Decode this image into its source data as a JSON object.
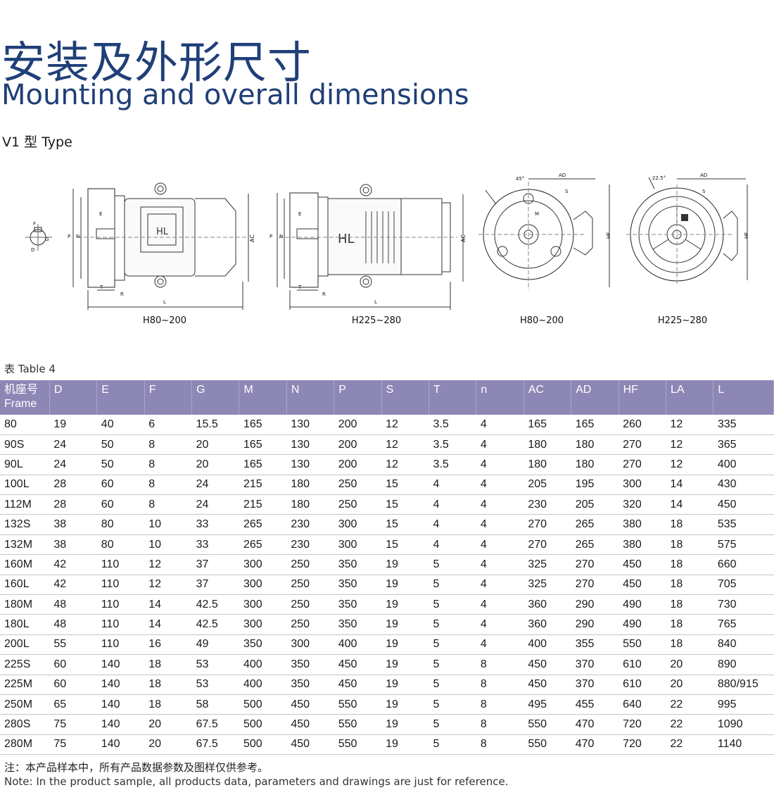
{
  "header": {
    "title_cn": "安装及外形尺寸",
    "title_en": "Mounting and overall dimensions",
    "type_label": "V1 型 Type"
  },
  "drawings": {
    "captions": [
      "H80~200",
      "H225~280",
      "H80~200",
      "H225~280"
    ],
    "labels": {
      "F": "F",
      "D": "D",
      "G": "G",
      "E": "E",
      "P": "P",
      "N": "N",
      "AC": "AC",
      "T": "T",
      "R": "R",
      "L": "L",
      "AD": "AD",
      "S": "S",
      "M": "M",
      "HF": "HF",
      "HL": "HL",
      "angle45": "45°",
      "angle225": "22.5°"
    }
  },
  "table": {
    "caption": "表 Table 4",
    "frame_header_cn": "机座号",
    "frame_header_en": "Frame",
    "columns": [
      "D",
      "E",
      "F",
      "G",
      "M",
      "N",
      "P",
      "S",
      "T",
      "n",
      "AC",
      "AD",
      "HF",
      "LA",
      "L"
    ],
    "rows": [
      [
        "80",
        "19",
        "40",
        "6",
        "15.5",
        "165",
        "130",
        "200",
        "12",
        "3.5",
        "4",
        "165",
        "165",
        "260",
        "12",
        "335"
      ],
      [
        "90S",
        "24",
        "50",
        "8",
        "20",
        "165",
        "130",
        "200",
        "12",
        "3.5",
        "4",
        "180",
        "180",
        "270",
        "12",
        "365"
      ],
      [
        "90L",
        "24",
        "50",
        "8",
        "20",
        "165",
        "130",
        "200",
        "12",
        "3.5",
        "4",
        "180",
        "180",
        "270",
        "12",
        "400"
      ],
      [
        "100L",
        "28",
        "60",
        "8",
        "24",
        "215",
        "180",
        "250",
        "15",
        "4",
        "4",
        "205",
        "195",
        "300",
        "14",
        "430"
      ],
      [
        "112M",
        "28",
        "60",
        "8",
        "24",
        "215",
        "180",
        "250",
        "15",
        "4",
        "4",
        "230",
        "205",
        "320",
        "14",
        "450"
      ],
      [
        "132S",
        "38",
        "80",
        "10",
        "33",
        "265",
        "230",
        "300",
        "15",
        "4",
        "4",
        "270",
        "265",
        "380",
        "18",
        "535"
      ],
      [
        "132M",
        "38",
        "80",
        "10",
        "33",
        "265",
        "230",
        "300",
        "15",
        "4",
        "4",
        "270",
        "265",
        "380",
        "18",
        "575"
      ],
      [
        "160M",
        "42",
        "110",
        "12",
        "37",
        "300",
        "250",
        "350",
        "19",
        "5",
        "4",
        "325",
        "270",
        "450",
        "18",
        "660"
      ],
      [
        "160L",
        "42",
        "110",
        "12",
        "37",
        "300",
        "250",
        "350",
        "19",
        "5",
        "4",
        "325",
        "270",
        "450",
        "18",
        "705"
      ],
      [
        "180M",
        "48",
        "110",
        "14",
        "42.5",
        "300",
        "250",
        "350",
        "19",
        "5",
        "4",
        "360",
        "290",
        "490",
        "18",
        "730"
      ],
      [
        "180L",
        "48",
        "110",
        "14",
        "42.5",
        "300",
        "250",
        "350",
        "19",
        "5",
        "4",
        "360",
        "290",
        "490",
        "18",
        "765"
      ],
      [
        "200L",
        "55",
        "110",
        "16",
        "49",
        "350",
        "300",
        "400",
        "19",
        "5",
        "4",
        "400",
        "355",
        "550",
        "18",
        "840"
      ],
      [
        "225S",
        "60",
        "140",
        "18",
        "53",
        "400",
        "350",
        "450",
        "19",
        "5",
        "8",
        "450",
        "370",
        "610",
        "20",
        "890"
      ],
      [
        "225M",
        "60",
        "140",
        "18",
        "53",
        "400",
        "350",
        "450",
        "19",
        "5",
        "8",
        "450",
        "370",
        "610",
        "20",
        "880/915"
      ],
      [
        "250M",
        "65",
        "140",
        "18",
        "58",
        "500",
        "450",
        "550",
        "19",
        "5",
        "8",
        "495",
        "455",
        "640",
        "22",
        "995"
      ],
      [
        "280S",
        "75",
        "140",
        "20",
        "67.5",
        "500",
        "450",
        "550",
        "19",
        "5",
        "8",
        "550",
        "470",
        "720",
        "22",
        "1090"
      ],
      [
        "280M",
        "75",
        "140",
        "20",
        "67.5",
        "500",
        "450",
        "550",
        "19",
        "5",
        "8",
        "550",
        "470",
        "720",
        "22",
        "1140"
      ]
    ]
  },
  "notes": {
    "cn": "注：本产品样本中，所有产品数据参数及图样仅供参考。",
    "en": "Note: In the product sample, all products data, parameters and drawings are just for reference."
  }
}
